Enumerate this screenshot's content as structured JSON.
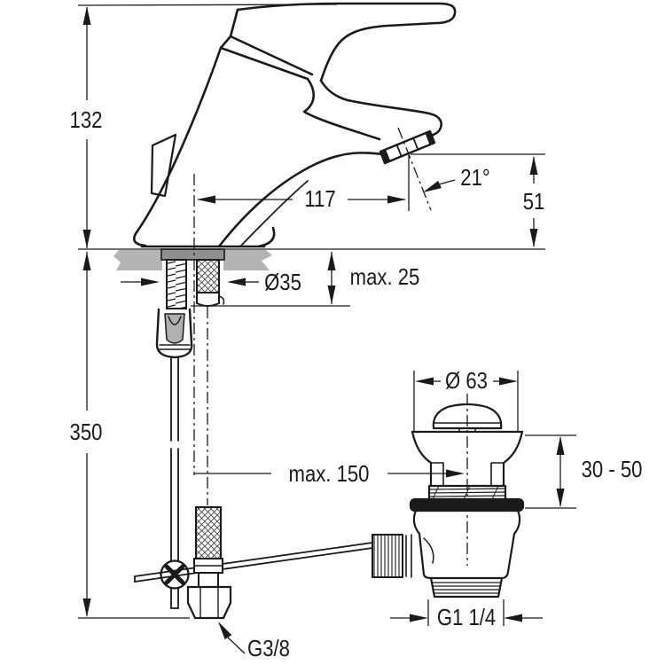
{
  "drawing": {
    "type": "technical-dimension-drawing",
    "subject": "single-lever basin mixer tap with pop-up waste, side view",
    "units": "mm",
    "labels": {
      "height_overall": "132",
      "spout_reach": "117",
      "spout_angle": "21°",
      "spout_height": "51",
      "hole_diameter": "Ø35",
      "deck_thickness": "max. 25",
      "supply_length": "350",
      "plug_diameter": "Ø 63",
      "waste_reach": "max. 150",
      "basin_thickness": "30 - 50",
      "waste_thread": "G1 1/4",
      "supply_thread": "G3/8"
    },
    "colors": {
      "line": "#1a1a1a",
      "counter_gray": "#b4b4b4",
      "flange_gray": "#8f8f8f",
      "insert_gray": "#b0b0b0"
    }
  }
}
